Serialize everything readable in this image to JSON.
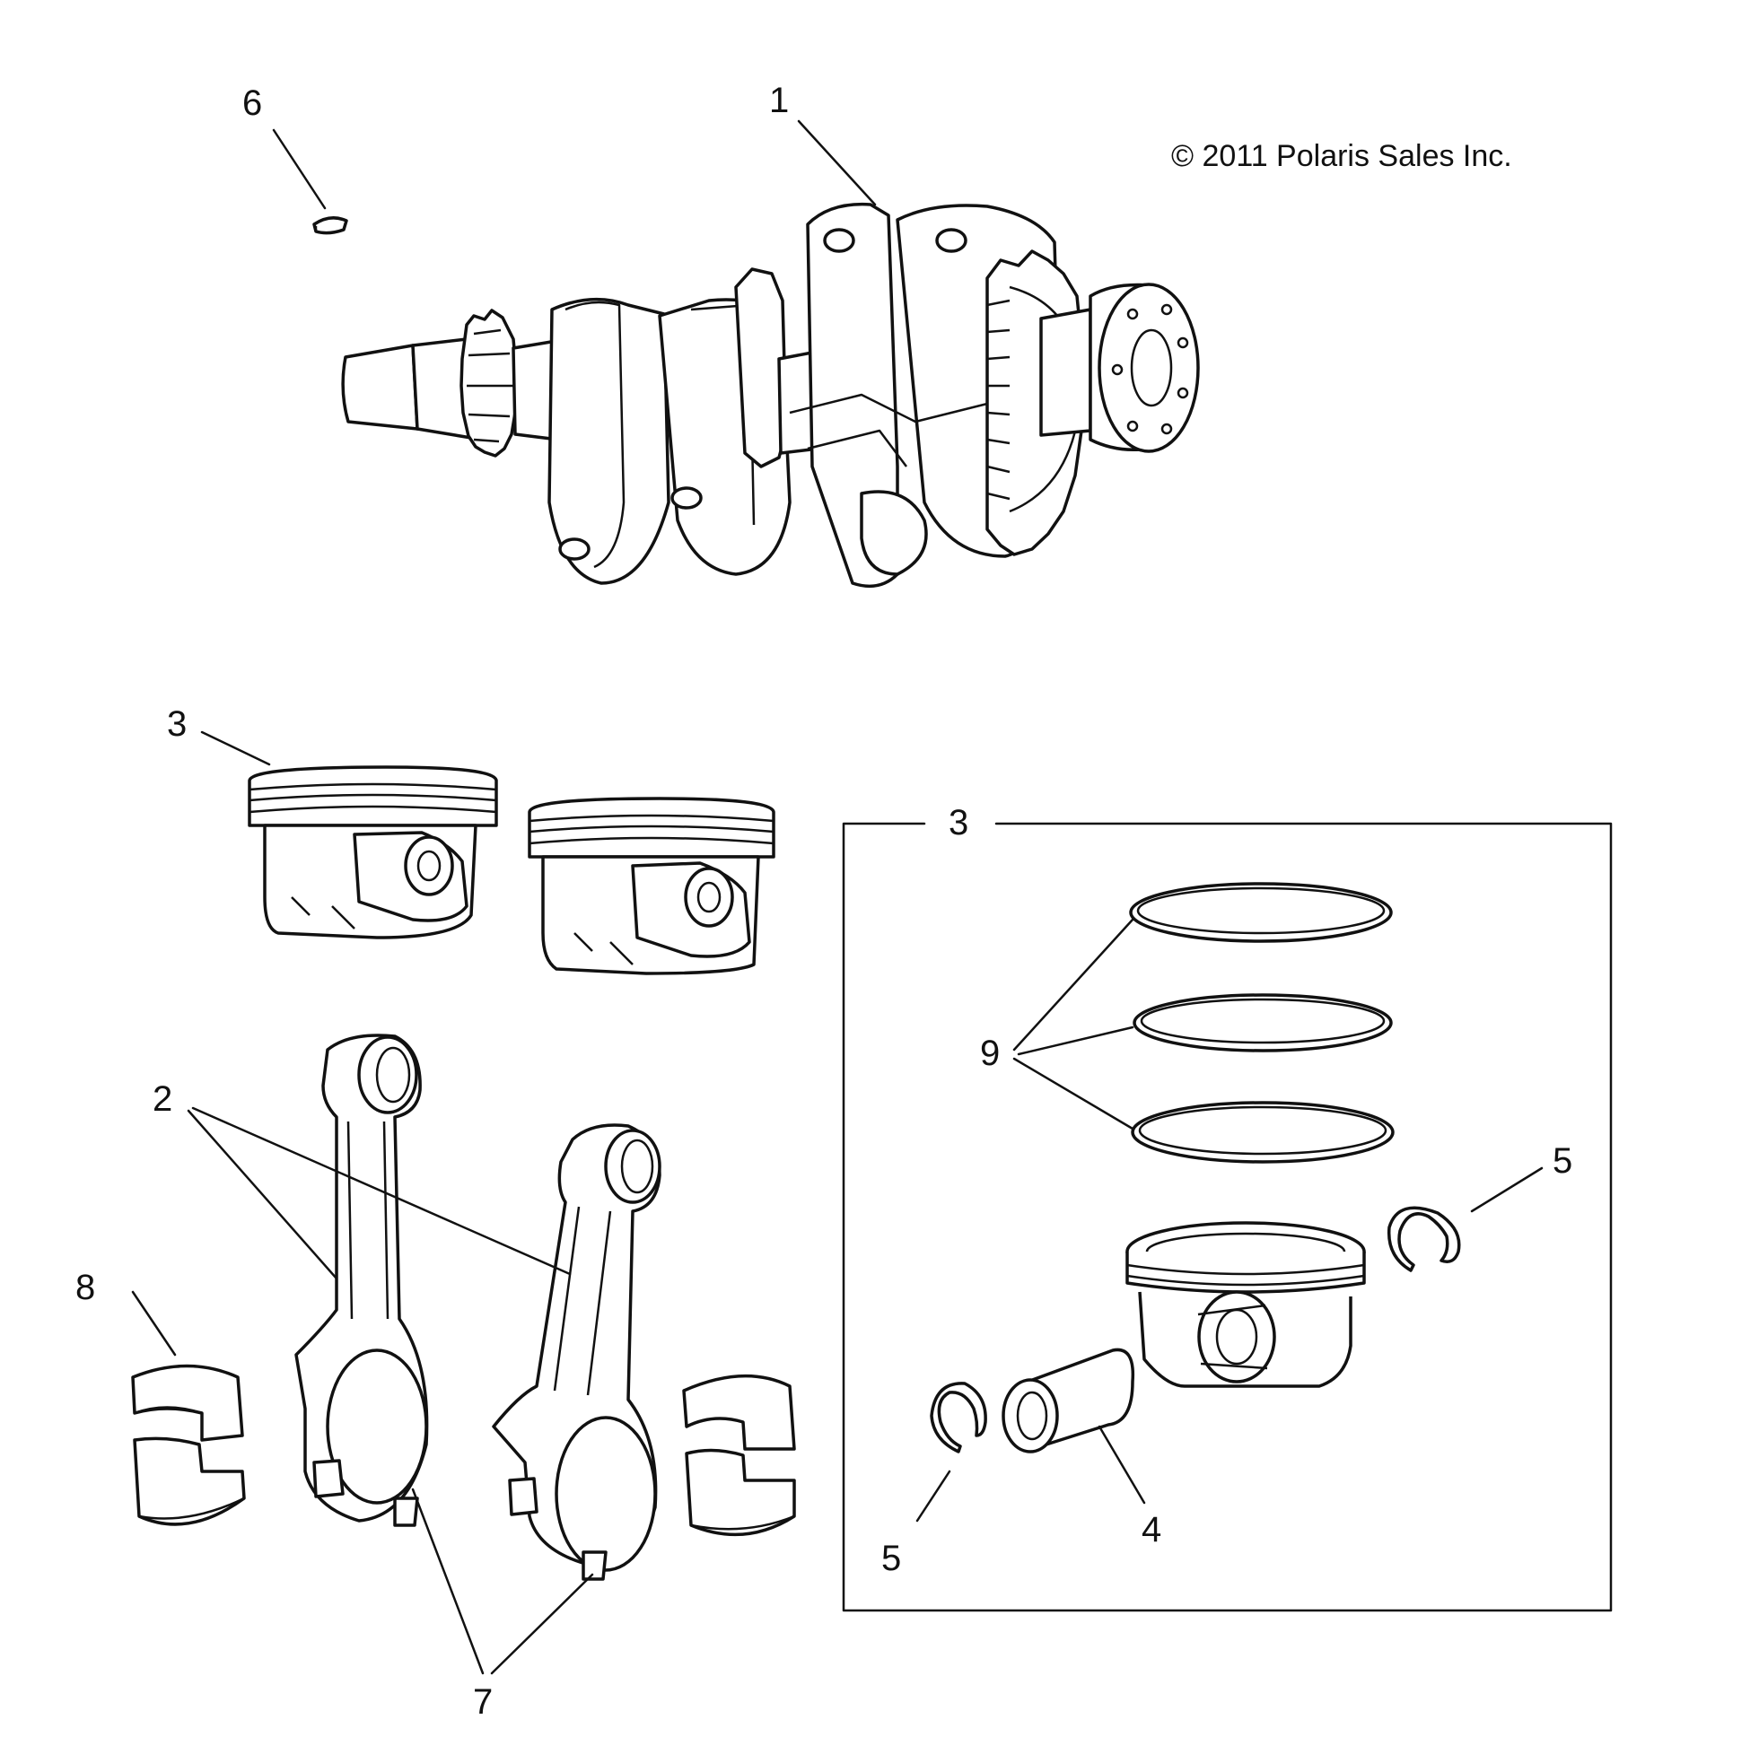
{
  "copyright": "© 2011 Polaris Sales Inc.",
  "callouts": {
    "c1": "1",
    "c2": "2",
    "c3_top": "3",
    "c3_box": "3",
    "c4": "4",
    "c5_left": "5",
    "c5_right": "5",
    "c6": "6",
    "c7": "7",
    "c8": "8",
    "c9": "9"
  },
  "colors": {
    "line": "#111111",
    "background": "#ffffff"
  }
}
